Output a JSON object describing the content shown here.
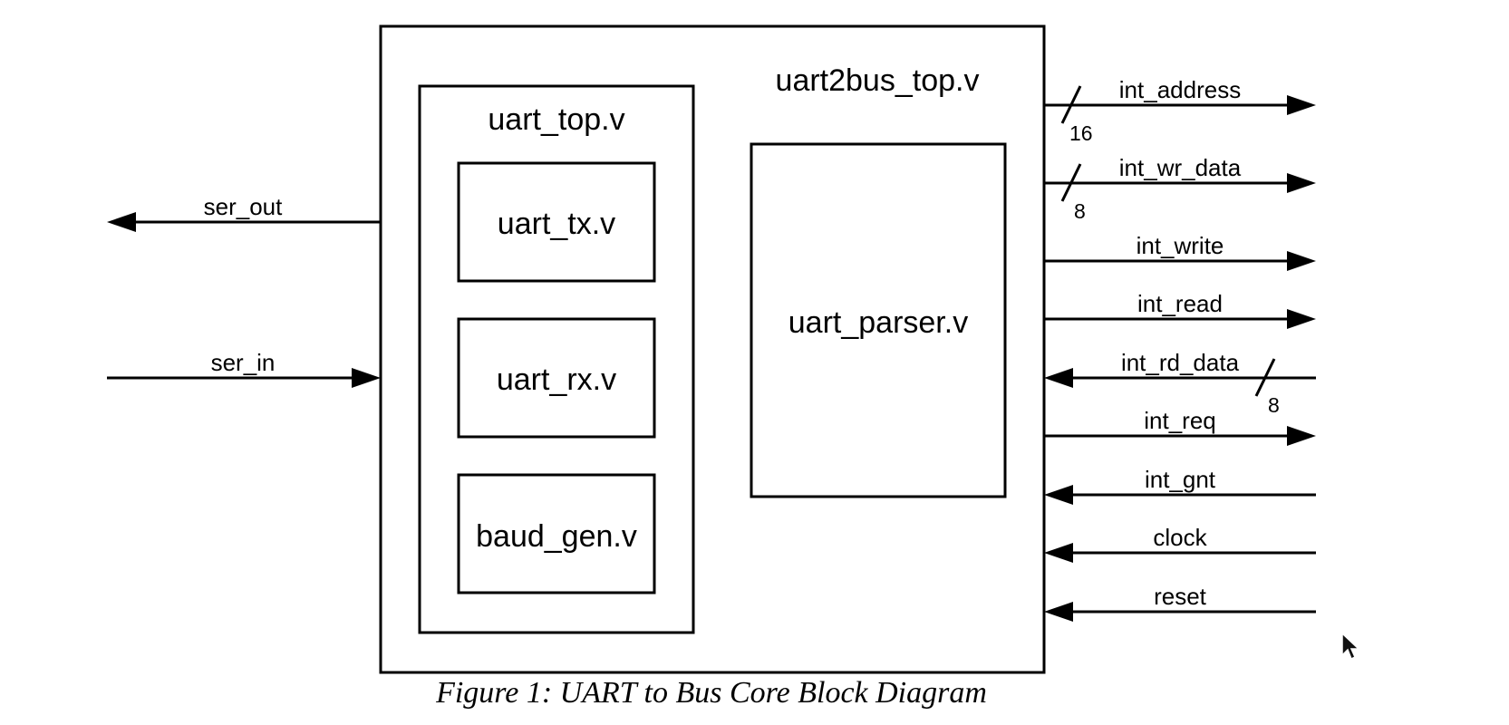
{
  "diagram": {
    "top_module": "uart2bus_top.v",
    "uart_top": "uart_top.v",
    "uart_tx": "uart_tx.v",
    "uart_rx": "uart_rx.v",
    "baud_gen": "baud_gen.v",
    "parser": "uart_parser.v",
    "left_signals": [
      {
        "name": "ser_out",
        "direction": "out"
      },
      {
        "name": "ser_in",
        "direction": "in"
      }
    ],
    "right_signals": [
      {
        "name": "int_address",
        "direction": "out",
        "width": "16"
      },
      {
        "name": "int_wr_data",
        "direction": "out",
        "width": "8"
      },
      {
        "name": "int_write",
        "direction": "out",
        "width": ""
      },
      {
        "name": "int_read",
        "direction": "out",
        "width": ""
      },
      {
        "name": "int_rd_data",
        "direction": "in",
        "width": "8"
      },
      {
        "name": "int_req",
        "direction": "out",
        "width": ""
      },
      {
        "name": "int_gnt",
        "direction": "in",
        "width": ""
      },
      {
        "name": "clock",
        "direction": "in",
        "width": ""
      },
      {
        "name": "reset",
        "direction": "in",
        "width": ""
      }
    ]
  },
  "caption": "Figure 1: UART to Bus Core Block Diagram",
  "cursor_icon": "mouse-pointer-icon"
}
